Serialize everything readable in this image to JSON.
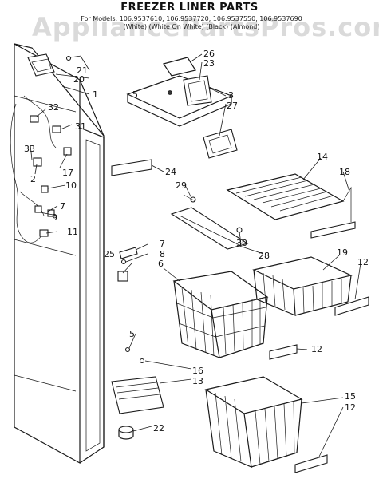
{
  "title": "FREEZER LINER PARTS",
  "models_line": "For Models: 106.9537610, 106.9537720, 106.9537550, 106.9537690",
  "colors_line": "(White)  (White On White)  (Black)  (Almond)",
  "watermark": "AppliancePartsPros.com",
  "callouts": {
    "c1": "1",
    "c2": "2",
    "c3": "3",
    "c5a": "5",
    "c5b": "5",
    "c6": "6",
    "c7a": "7",
    "c7b": "7",
    "c8": "8",
    "c9": "9",
    "c10": "10",
    "c11": "11",
    "c12a": "12",
    "c12b": "12",
    "c12c": "12",
    "c13": "13",
    "c14": "14",
    "c15": "15",
    "c16": "16",
    "c17": "17",
    "c18": "18",
    "c19": "19",
    "c20": "20",
    "c21": "21",
    "c22": "22",
    "c23": "23",
    "c24": "24",
    "c25": "25",
    "c26": "26",
    "c27": "27",
    "c28": "28",
    "c29": "29",
    "c30": "30",
    "c31": "31",
    "c32": "32",
    "c33": "33"
  }
}
